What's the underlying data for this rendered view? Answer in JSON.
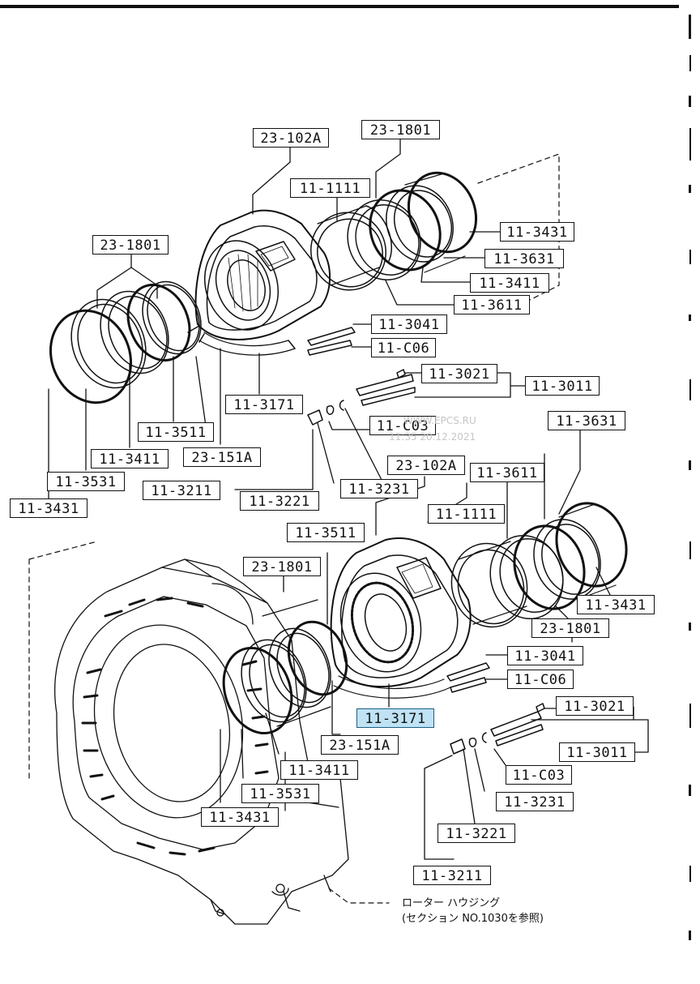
{
  "labels": {
    "l01": "23-102A",
    "l02": "23-1801",
    "l03": "11-1111",
    "l04": "23-1801",
    "l05": "11-3431",
    "l06": "11-3631",
    "l07": "11-3411",
    "l08": "11-3611",
    "l09": "11-3041",
    "l10": "11-C06",
    "l11": "11-3021",
    "l12": "11-3011",
    "l13": "11-3171",
    "l14": "11-3511",
    "l15": "11-C03",
    "l16": "11-3631",
    "l17": "11-3411",
    "l18": "23-151A",
    "l19": "23-102A",
    "l20": "11-3611",
    "l21": "11-3531",
    "l22": "11-3211",
    "l23": "11-3231",
    "l24": "11-3221",
    "l25": "11-3431",
    "l26": "11-1111",
    "l27": "11-3511",
    "l28": "23-1801",
    "l29": "11-3431",
    "l30": "23-1801",
    "l31": "11-3041",
    "l32": "11-C06",
    "l33": "11-3171",
    "l34": "11-3021",
    "l35": "23-151A",
    "l36": "11-3011",
    "l37": "11-3411",
    "l38": "11-C03",
    "l39": "11-3531",
    "l40": "11-3231",
    "l41": "11-3431",
    "l42": "11-3221",
    "l43": "11-3211"
  },
  "highlighted_label": "l33",
  "note": {
    "line1": "ローター ハウジング",
    "line2": "(セクション NO.1030を参照)"
  },
  "watermark": {
    "line1": "WWW.EPCS.RU",
    "line2": "11:35 20.12.2021"
  },
  "colors": {
    "highlight": "#bfe3f5",
    "ink": "#111111"
  }
}
